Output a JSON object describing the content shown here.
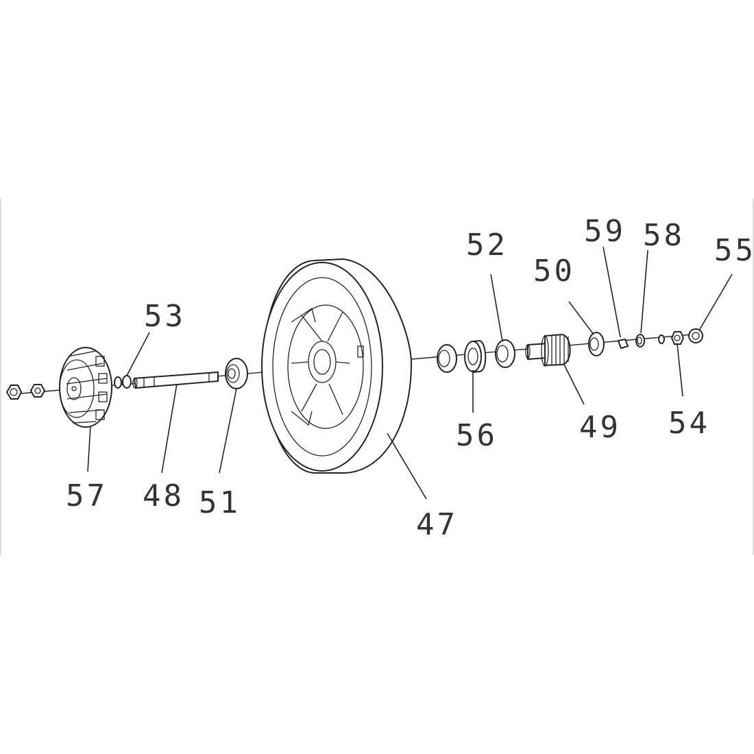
{
  "colors": {
    "line": "#222222",
    "text": "#333333",
    "background": "#ffffff"
  },
  "callouts": {
    "c47": "47",
    "c48": "48",
    "c49": "49",
    "c50": "50",
    "c51": "51",
    "c52": "52",
    "c53": "53",
    "c54": "54",
    "c55": "55",
    "c56": "56",
    "c57": "57",
    "c58": "58",
    "c59": "59"
  }
}
